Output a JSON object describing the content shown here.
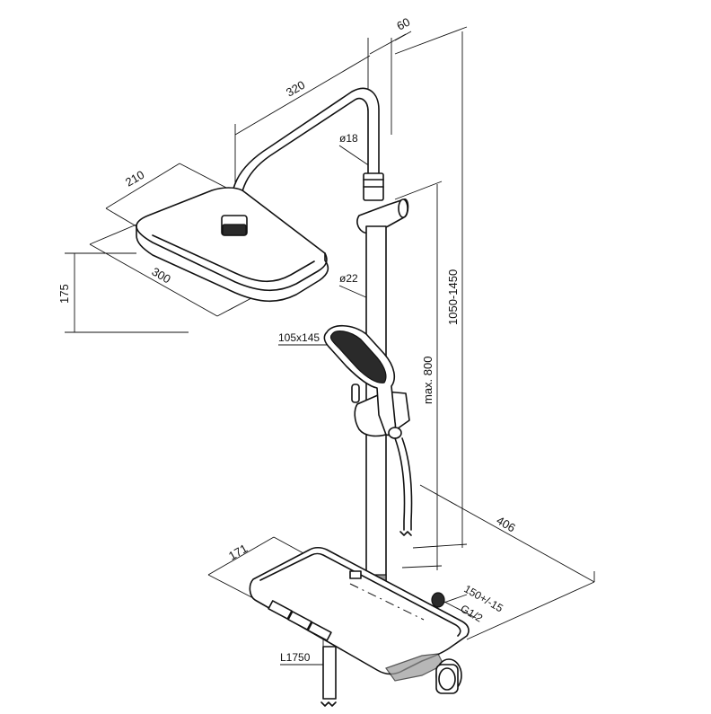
{
  "dimensions": {
    "pipe_offset": "60",
    "arm_length": "320",
    "arm_diameter": "ø18",
    "head_depth": "210",
    "head_width": "300",
    "head_height": "175",
    "column_diameter": "ø22",
    "hand_shower_size": "105x145",
    "total_height": "1050-1450",
    "slide_range": "max. 800",
    "shelf_depth": "171",
    "wall_distance": "406",
    "inlet_spacing": "150+/-15",
    "inlet_thread": "G1/2",
    "hose_length": "L1750"
  }
}
